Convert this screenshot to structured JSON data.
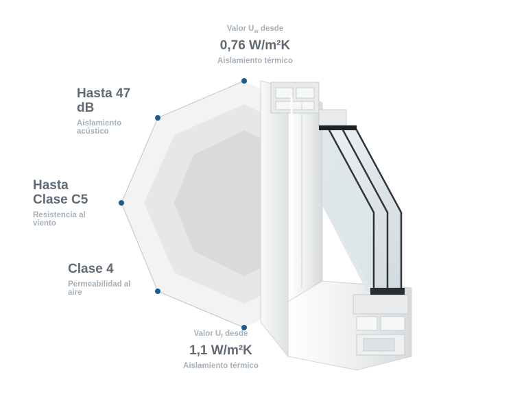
{
  "specs": {
    "uw": {
      "label_prefix": "Valor U",
      "label_sub": "w",
      "label_suffix": " desde",
      "value": "0,76 W/m²K",
      "desc": "Aislamiento térmico"
    },
    "acoustic": {
      "value_line1": "Hasta 47",
      "value_line2": "dB",
      "desc_line1": "Aislamiento",
      "desc_line2": "acústico"
    },
    "wind": {
      "value_line1": "Hasta",
      "value_line2": "Clase C5",
      "desc_line1": "Resistencia al",
      "desc_line2": "viento"
    },
    "air": {
      "value_line1": "Clase 4",
      "desc_line1": "Permeabilidad al",
      "desc_line2": "aire"
    },
    "uf": {
      "label_prefix": "Valor U",
      "label_sub": "f",
      "label_suffix": " desde",
      "value": "1,1 W/m²K",
      "desc": "Aislamiento térmico"
    }
  },
  "colors": {
    "marker": "#1d5a8c",
    "hex_outer": "#f3f3f3",
    "hex_middle": "#e6e7e8",
    "hex_inner": "#d9dadc",
    "value_text": "#5f6a74",
    "desc_text": "#a6b1ba"
  }
}
